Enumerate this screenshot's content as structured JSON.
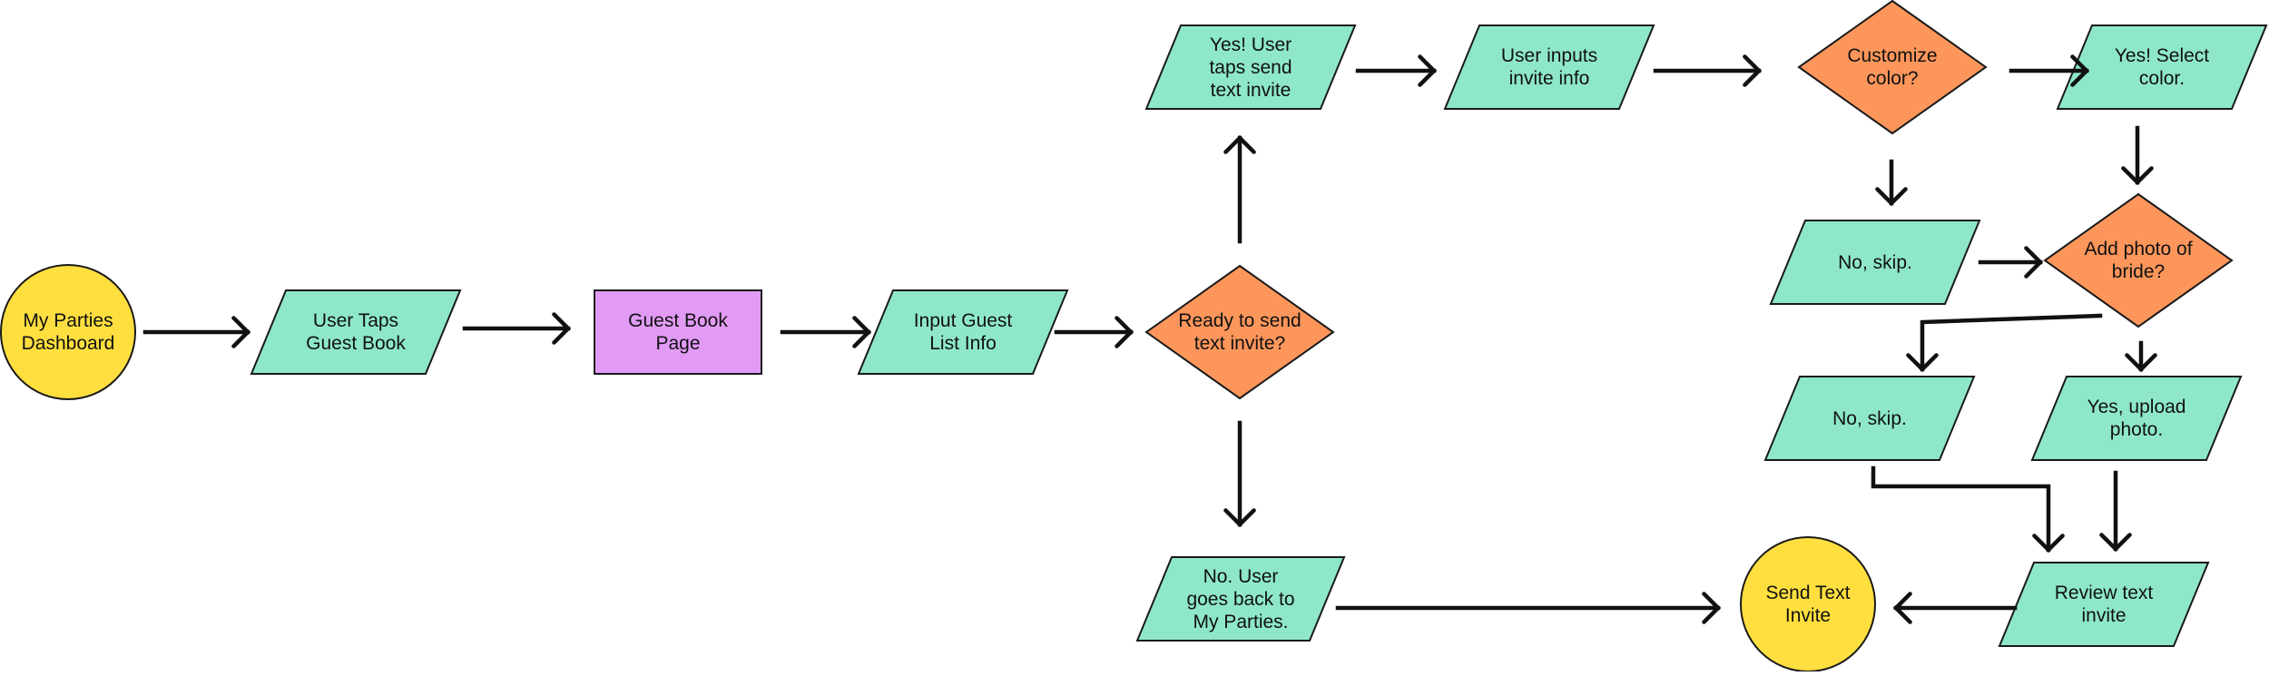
{
  "colors": {
    "terminal": "#FFDF3F",
    "io": "#8EE8C8",
    "decision": "#FD965B",
    "page": "#E19BF5",
    "stroke": "#1a1a1a",
    "arrow": "#111111"
  },
  "nodes": {
    "dashboard": {
      "label": "My Parties\nDashboard",
      "shape": "circle"
    },
    "taps_guest_book": {
      "label": "User Taps\nGuest Book",
      "shape": "parallelogram"
    },
    "guest_book_page": {
      "label": "Guest Book\nPage",
      "shape": "rectangle"
    },
    "input_guest_list": {
      "label": "Input Guest\nList Info",
      "shape": "parallelogram"
    },
    "ready_to_send": {
      "label": "Ready to send\ntext invite?",
      "shape": "diamond"
    },
    "yes_taps_send": {
      "label": "Yes! User\ntaps send\ntext invite",
      "shape": "parallelogram"
    },
    "no_goes_back": {
      "label": "No. User\ngoes back to\nMy Parties.",
      "shape": "parallelogram"
    },
    "inputs_invite_info": {
      "label": "User inputs\ninvite info",
      "shape": "parallelogram"
    },
    "customize_color": {
      "label": "Customize\ncolor?",
      "shape": "diamond"
    },
    "yes_select_color": {
      "label": "Yes! Select\ncolor.",
      "shape": "parallelogram"
    },
    "no_skip_color": {
      "label": "No, skip.",
      "shape": "parallelogram"
    },
    "add_photo": {
      "label": "Add photo of\nbride?",
      "shape": "diamond"
    },
    "no_skip_photo": {
      "label": "No, skip.",
      "shape": "parallelogram"
    },
    "yes_upload_photo": {
      "label": "Yes, upload\nphoto.",
      "shape": "parallelogram"
    },
    "review_invite": {
      "label": "Review text\ninvite",
      "shape": "parallelogram"
    },
    "send_invite": {
      "label": "Send Text\nInvite",
      "shape": "circle"
    }
  },
  "edges": [
    {
      "from": "dashboard",
      "to": "taps_guest_book"
    },
    {
      "from": "taps_guest_book",
      "to": "guest_book_page"
    },
    {
      "from": "guest_book_page",
      "to": "input_guest_list"
    },
    {
      "from": "input_guest_list",
      "to": "ready_to_send"
    },
    {
      "from": "ready_to_send",
      "to": "yes_taps_send"
    },
    {
      "from": "ready_to_send",
      "to": "no_goes_back"
    },
    {
      "from": "yes_taps_send",
      "to": "inputs_invite_info"
    },
    {
      "from": "inputs_invite_info",
      "to": "customize_color"
    },
    {
      "from": "customize_color",
      "to": "yes_select_color"
    },
    {
      "from": "customize_color",
      "to": "no_skip_color"
    },
    {
      "from": "yes_select_color",
      "to": "add_photo"
    },
    {
      "from": "no_skip_color",
      "to": "add_photo"
    },
    {
      "from": "add_photo",
      "to": "no_skip_photo"
    },
    {
      "from": "add_photo",
      "to": "yes_upload_photo"
    },
    {
      "from": "no_skip_photo",
      "to": "review_invite"
    },
    {
      "from": "yes_upload_photo",
      "to": "review_invite"
    },
    {
      "from": "review_invite",
      "to": "send_invite"
    },
    {
      "from": "no_goes_back",
      "to": "send_invite"
    }
  ]
}
